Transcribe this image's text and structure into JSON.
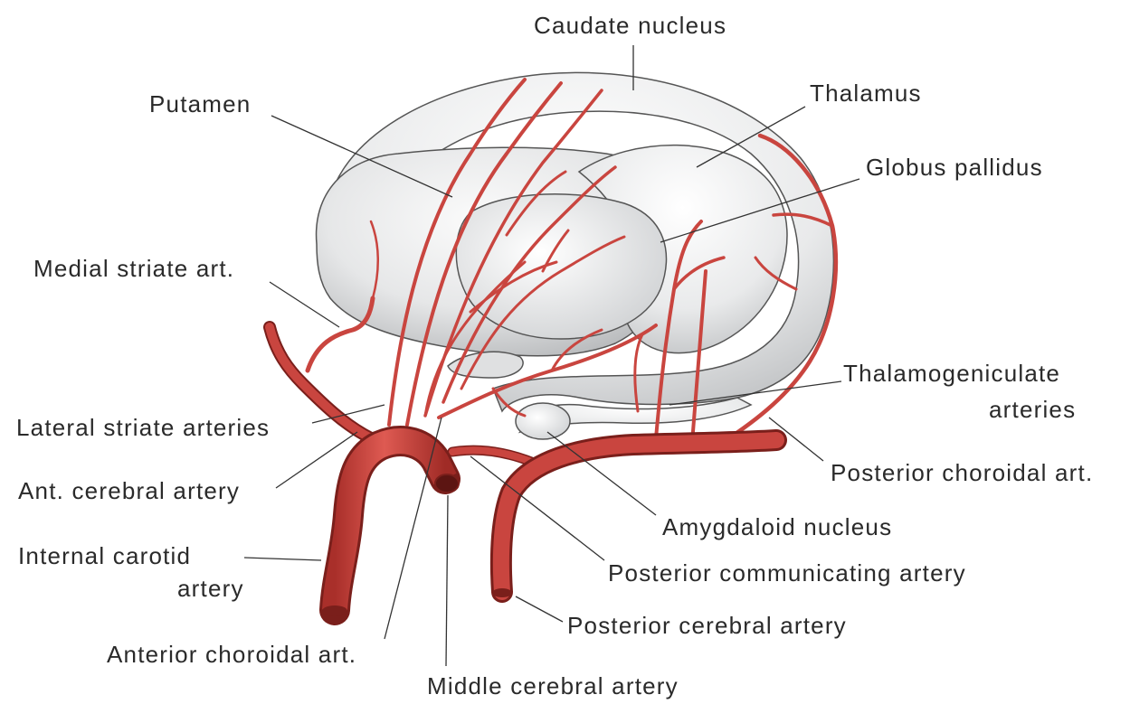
{
  "labels": {
    "caudate_nucleus": "Caudate nucleus",
    "putamen": "Putamen",
    "thalamus": "Thalamus",
    "globus_pallidus": "Globus pallidus",
    "medial_striate": "Medial striate art.",
    "lateral_striate": "Lateral striate arteries",
    "ant_cerebral": "Ant. cerebral artery",
    "internal_carotid_1": "Internal carotid",
    "internal_carotid_2": "artery",
    "anterior_choroidal": "Anterior choroidal art.",
    "middle_cerebral": "Middle cerebral artery",
    "thalamogeniculate_1": "Thalamogeniculate",
    "thalamogeniculate_2": "arteries",
    "posterior_choroidal": "Posterior choroidal art.",
    "amygdaloid": "Amygdaloid nucleus",
    "posterior_communicating": "Posterior communicating artery",
    "posterior_cerebral": "Posterior cerebral artery"
  },
  "colors": {
    "artery": "#c9453f",
    "artery_dark": "#7a1f1b",
    "nucleus_fill": "#eceded",
    "nucleus_shade": "#c4c6c8",
    "text": "#2a2a2a"
  }
}
